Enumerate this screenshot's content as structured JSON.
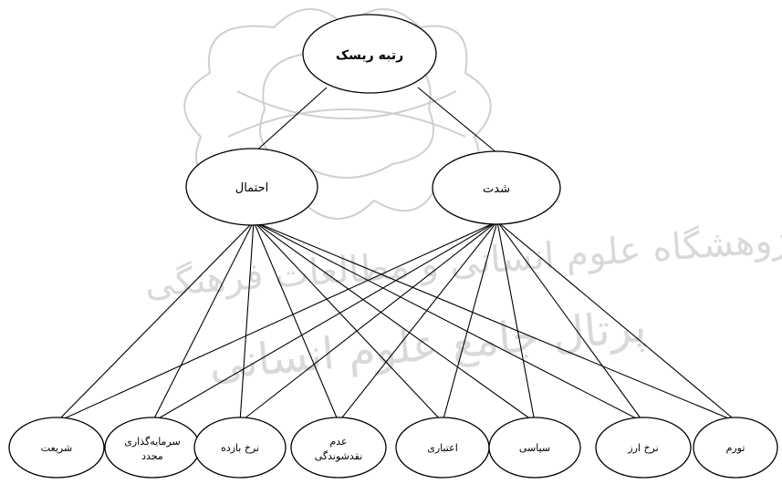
{
  "diagram": {
    "title_node": "رتبه ریسک",
    "level2": [
      {
        "id": "probability",
        "label": "احتمال"
      },
      {
        "id": "severity",
        "label": "شدت"
      }
    ],
    "level3": [
      {
        "id": "liquidity",
        "label": "شریعت"
      },
      {
        "id": "reinvestment",
        "label": "سرمایه‌گذاری مجدد"
      },
      {
        "id": "interest",
        "label": "نرخ بازده"
      },
      {
        "id": "illiquidity",
        "label": "عدم نقدشوندگی"
      },
      {
        "id": "credit",
        "label": "اعتباری"
      },
      {
        "id": "political",
        "label": "سیاسی"
      },
      {
        "id": "fx",
        "label": "نرخ ارز"
      },
      {
        "id": "inflation",
        "label": "تورم"
      }
    ]
  },
  "watermark": {
    "line1": "پژوهشگاه علوم انسانی و مطالعات فرهنگی",
    "line2": "پرتال جامع علوم انسانی",
    "color": "#d9d9d9"
  }
}
